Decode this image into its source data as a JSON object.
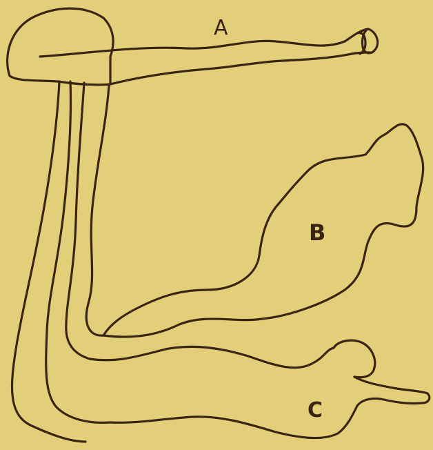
{
  "figure": {
    "labels": {
      "a": "A",
      "b": "B",
      "c": "C"
    },
    "colors": {
      "background": "#e3cf7a",
      "ink": "#3a2512"
    }
  }
}
